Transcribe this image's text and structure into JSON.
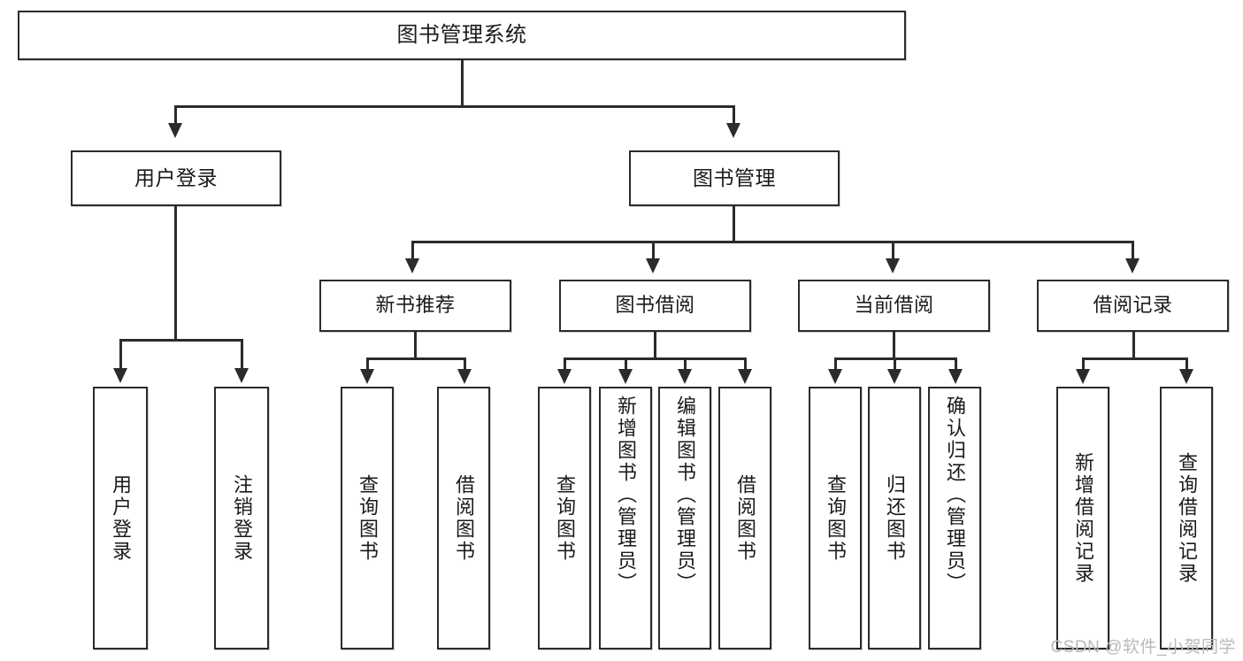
{
  "diagram": {
    "title": "图书管理系统",
    "root": {
      "label": "图书管理系统"
    },
    "level2": [
      {
        "label": "用户登录"
      },
      {
        "label": "图书管理"
      }
    ],
    "level3": [
      {
        "label": "新书推荐"
      },
      {
        "label": "图书借阅"
      },
      {
        "label": "当前借阅"
      },
      {
        "label": "借阅记录"
      }
    ],
    "leaves": {
      "user_login": [
        {
          "label": "用户登录"
        },
        {
          "label": "注销登录"
        }
      ],
      "new_book_recommend": [
        {
          "label": "查询图书"
        },
        {
          "label": "借阅图书"
        }
      ],
      "book_borrow": [
        {
          "label": "查询图书"
        },
        {
          "label": "新增图书（管理员）"
        },
        {
          "label": "编辑图书（管理员）"
        },
        {
          "label": "借阅图书"
        }
      ],
      "current_borrow": [
        {
          "label": "查询图书"
        },
        {
          "label": "归还图书"
        },
        {
          "label": "确认归还（管理员）"
        }
      ],
      "borrow_records": [
        {
          "label": "新增借阅记录"
        },
        {
          "label": "查询借阅记录"
        }
      ]
    }
  },
  "watermark": {
    "text": "CSDN @软件_小贺同学"
  },
  "colors": {
    "stroke": "#2b2b2b",
    "fill": "#ffffff",
    "text": "#1a1a1a",
    "watermark": "#b9b9b9"
  }
}
